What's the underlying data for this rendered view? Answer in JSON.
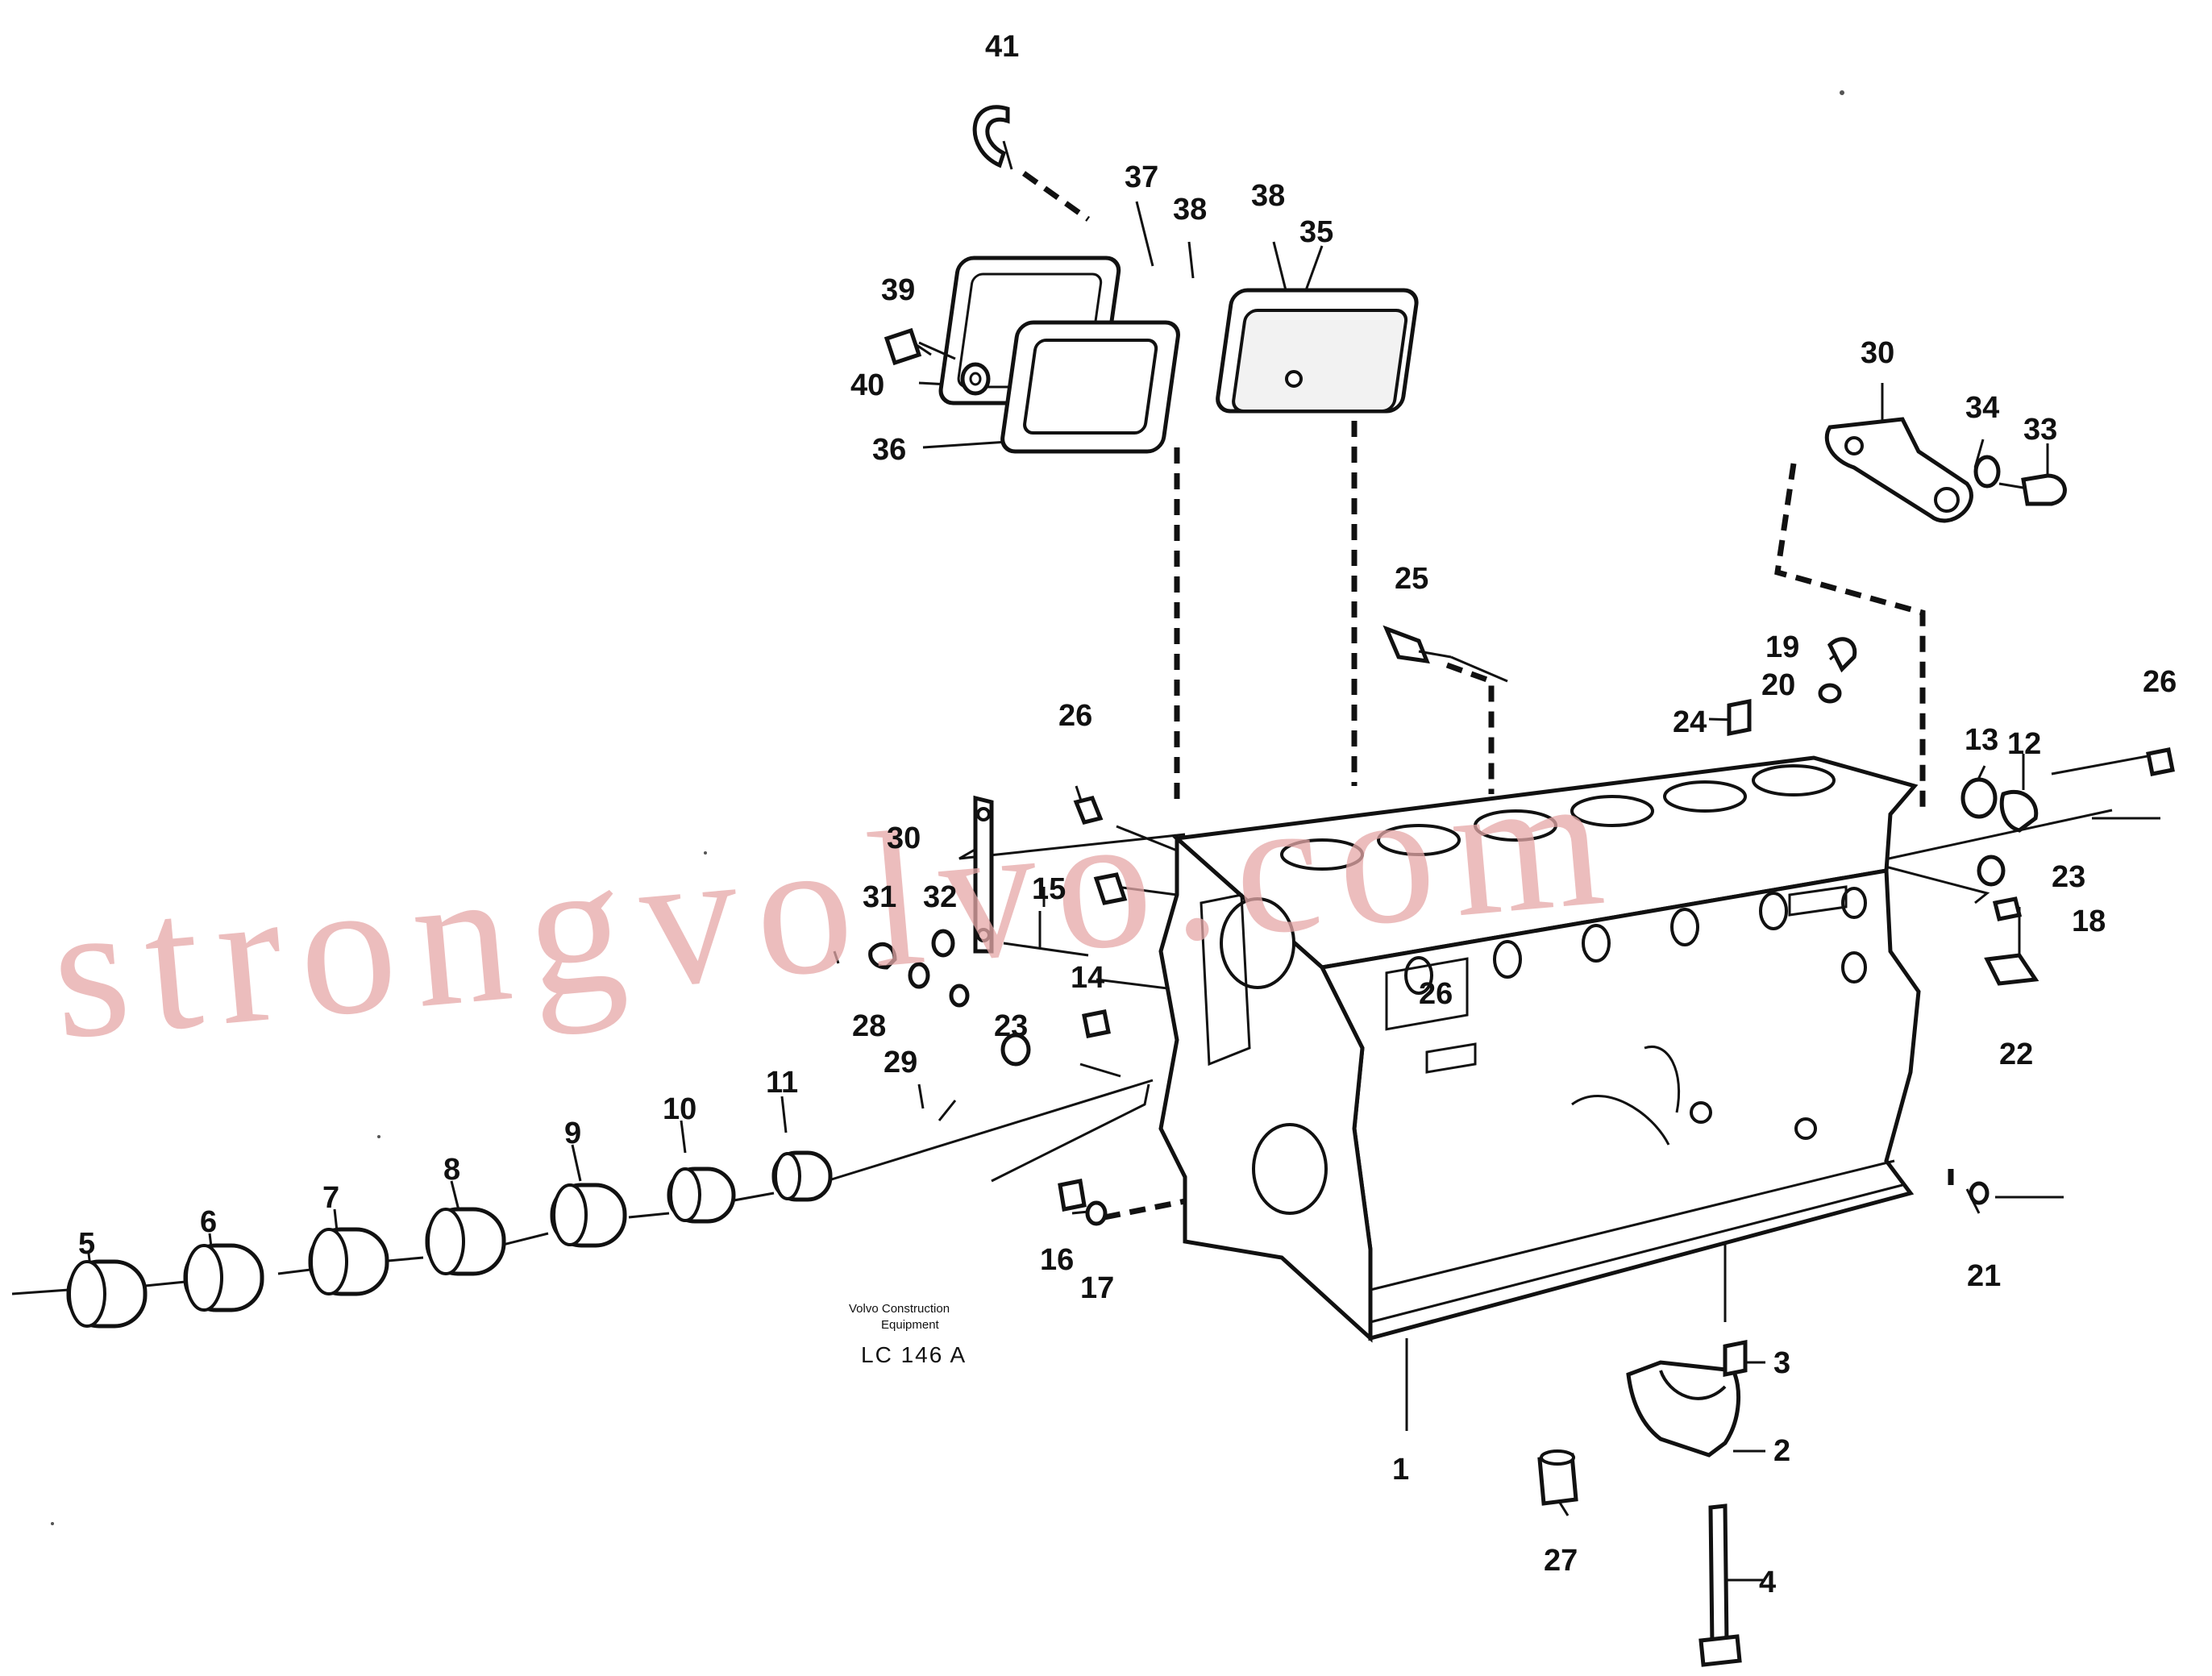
{
  "watermark": "strongvolvo.com",
  "caption": {
    "line1": "Volvo Construction",
    "line2": "Equipment",
    "code": "LC 146  A"
  },
  "callouts": {
    "c41": "41",
    "c37": "37",
    "c38a": "38",
    "c38b": "38",
    "c35": "35",
    "c39": "39",
    "c40": "40",
    "c36": "36",
    "c30a": "30",
    "c34": "34",
    "c33": "33",
    "c25": "25",
    "c19": "19",
    "c20": "20",
    "c24": "24",
    "c26a": "26",
    "c26b": "26",
    "c13": "13",
    "c12": "12",
    "c30b": "30",
    "c15": "15",
    "c31": "31",
    "c32": "32",
    "c23a": "23",
    "c18": "18",
    "c14": "14",
    "c23b": "23",
    "c28": "28",
    "c29": "29",
    "c22": "22",
    "c26c": "26",
    "c11": "11",
    "c10": "10",
    "c9": "9",
    "c8": "8",
    "c7": "7",
    "c6": "6",
    "c5": "5",
    "c16": "16",
    "c17": "17",
    "c21": "21",
    "c3": "3",
    "c2": "2",
    "c1": "1",
    "c27": "27",
    "c4": "4"
  }
}
